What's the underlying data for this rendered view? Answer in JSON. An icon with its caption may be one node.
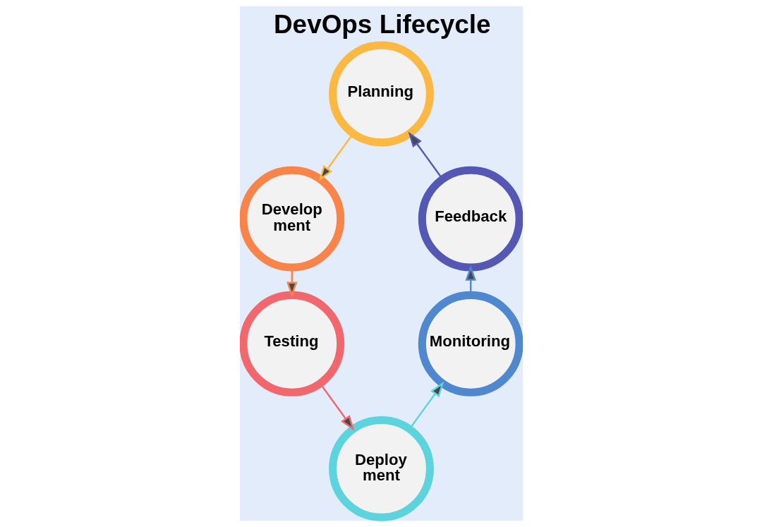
{
  "diagram": {
    "title": "DevOps Lifecycle",
    "nodes": [
      {
        "text": [
          "Planning"
        ]
      },
      {
        "text": [
          "Develop ment"
        ]
      },
      {
        "text": [
          "Testing"
        ]
      },
      {
        "text": [
          "Deploy ment"
        ]
      },
      {
        "text": [
          "Monitoring"
        ]
      },
      {
        "text": [
          "Feedback"
        ]
      }
    ],
    "edges": [
      {
        "from": 0,
        "to": 1,
        "arrow": "to",
        "color": "#fbb944"
      },
      {
        "from": 1,
        "to": 2,
        "arrow": "to",
        "color": "#f9844a"
      },
      {
        "from": 2,
        "to": 3,
        "arrow": "to",
        "color": "#f0676e"
      },
      {
        "from": 3,
        "to": 4,
        "arrow": "to",
        "color": "#5dd3de"
      },
      {
        "from": 4,
        "to": 5,
        "arrow": "to",
        "color": "#5088cf"
      },
      {
        "from": 5,
        "to": 0,
        "arrow": "to",
        "color": "#5457b3"
      }
    ]
  }
}
